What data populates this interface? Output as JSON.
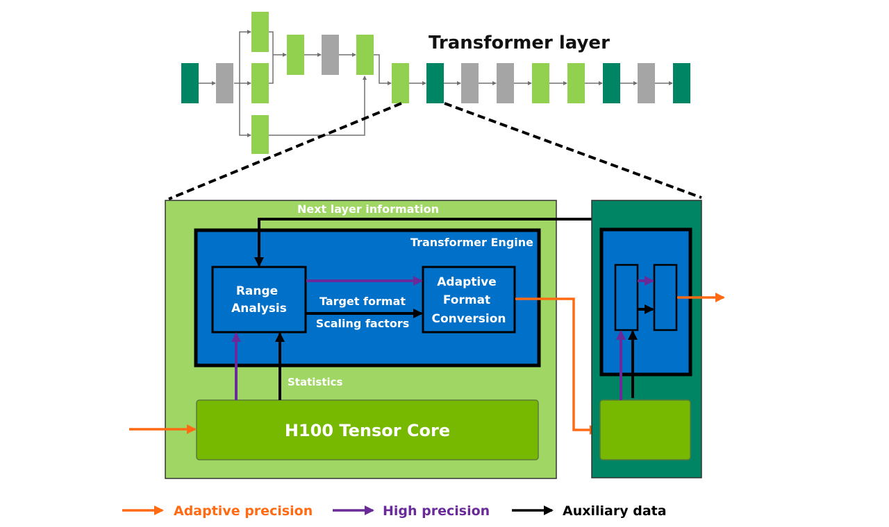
{
  "title": "Transformer layer",
  "colors": {
    "dark_green": "#008564",
    "light_green": "#92d050",
    "gray": "#a5a5a5",
    "panel_green": "#a0d664",
    "tensor_green": "#76b900",
    "blue": "#0070c8",
    "orange": "#ff6a13",
    "purple": "#6a2a9a",
    "black": "#000000"
  },
  "layer_blocks": {
    "branch_section": [
      {
        "id": "b1",
        "type": "dark_green"
      },
      {
        "id": "b2",
        "type": "gray"
      },
      {
        "id": "b3",
        "type": "light_green"
      },
      {
        "id": "b4",
        "type": "light_green"
      },
      {
        "id": "b5",
        "type": "light_green"
      },
      {
        "id": "b6",
        "type": "light_green"
      },
      {
        "id": "b7",
        "type": "gray"
      },
      {
        "id": "b8",
        "type": "light_green"
      }
    ],
    "main_row": [
      "light_green",
      "dark_green",
      "gray",
      "gray",
      "light_green",
      "light_green",
      "dark_green",
      "gray",
      "dark_green"
    ]
  },
  "left_panel": {
    "next_layer_label": "Next layer information",
    "engine_label": "Transformer Engine",
    "range_analysis": [
      "Range",
      "Analysis"
    ],
    "format_conversion": [
      "Adaptive",
      "Format",
      "Conversion"
    ],
    "target_format_label": "Target format",
    "scaling_factors_label": "Scaling factors",
    "statistics_label": "Statistics",
    "tensor_core_label": "H100 Tensor Core"
  },
  "legend": [
    {
      "label": "Adaptive precision",
      "color": "#ff6a13"
    },
    {
      "label": "High precision",
      "color": "#6a2a9a"
    },
    {
      "label": "Auxiliary data",
      "color": "#000000"
    }
  ]
}
